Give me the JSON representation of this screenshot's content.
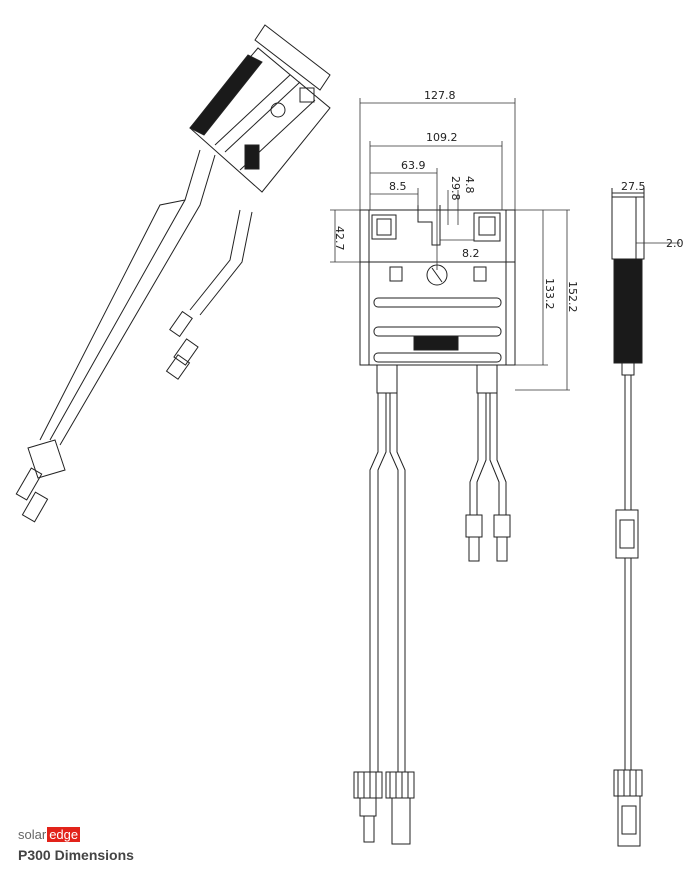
{
  "brand": {
    "solar": "solar",
    "edge": "edge",
    "title": "P300 Dimensions"
  },
  "dimensions": {
    "overall_width": "127.8",
    "inner_width": "109.2",
    "center_offset": "63.9",
    "slot_offset": "8.5",
    "tab_height": "29.8",
    "tab_gap": "4.8",
    "tab_width": "8.2",
    "top_height": "42.7",
    "body_height": "133.2",
    "total_height": "152.2",
    "depth": "27.5",
    "thickness": "2.0"
  },
  "colors": {
    "line": "#222222",
    "fill_dark": "#1a1a1a",
    "brand_red": "#e2231a",
    "brand_gray": "#666666"
  }
}
